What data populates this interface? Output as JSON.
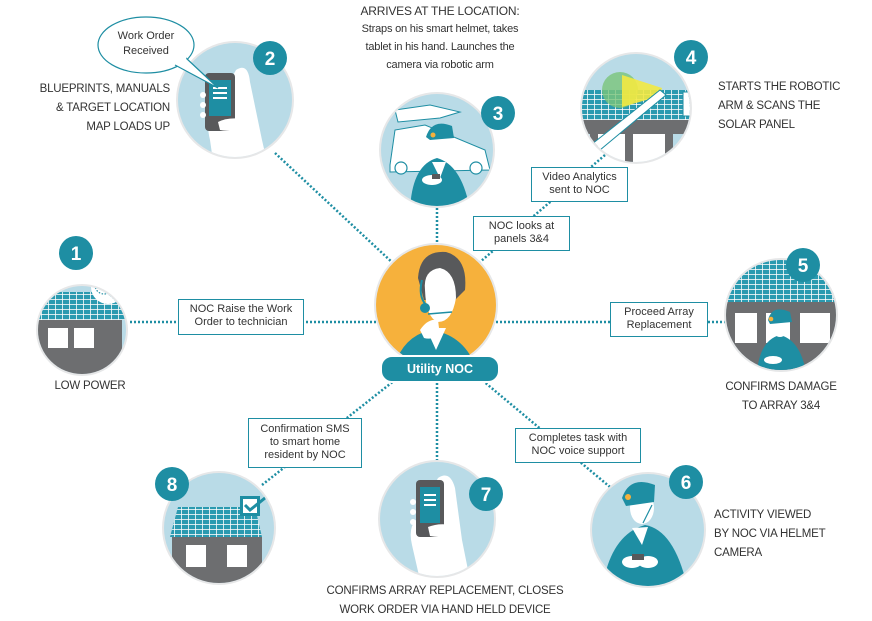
{
  "colors": {
    "teal": "#1e8ea3",
    "light_blue": "#b9dbe7",
    "orange": "#f6b13c",
    "gray": "#6d6e70",
    "connector": "#1e8ea3"
  },
  "center": {
    "label": "Utility NOC",
    "icon": "operator-headset-icon"
  },
  "steps": [
    {
      "number": "1",
      "icon": "house-solar-low-power-icon",
      "caption": [
        "LOW POWER"
      ]
    },
    {
      "number": "2",
      "icon": "hand-phone-icon",
      "caption": [
        "BLUEPRINTS, MANUALS",
        "& TARGET LOCATION",
        "MAP LOADS UP"
      ],
      "bubble": [
        "Work Order",
        "Received"
      ]
    },
    {
      "number": "3",
      "icon": "technician-truck-icon",
      "caption_title": "ARRIVES AT THE LOCATION:",
      "caption": [
        "Straps on his smart helmet, takes",
        "tablet in his hand. Launches the",
        "camera via robotic arm"
      ]
    },
    {
      "number": "4",
      "icon": "robotic-arm-scan-icon",
      "caption": [
        "STARTS THE ROBOTIC",
        "ARM & SCANS THE",
        "SOLAR PANEL"
      ]
    },
    {
      "number": "5",
      "icon": "technician-panel-icon",
      "caption": [
        "CONFIRMS DAMAGE",
        "TO ARRAY 3&4"
      ]
    },
    {
      "number": "6",
      "icon": "technician-helmet-icon",
      "caption": [
        "ACTIVITY VIEWED",
        "BY NOC VIA HELMET",
        "CAMERA"
      ]
    },
    {
      "number": "7",
      "icon": "hand-phone-icon",
      "caption": [
        "CONFIRMS ARRAY REPLACEMENT, CLOSES",
        "WORK ORDER VIA HAND HELD DEVICE"
      ]
    },
    {
      "number": "8",
      "icon": "house-check-icon",
      "caption": []
    }
  ],
  "connector_labels": {
    "step1": [
      "NOC Raise the Work",
      "Order to technician"
    ],
    "step4a": [
      "Video Analytics",
      "sent to NOC"
    ],
    "step4b": [
      "NOC looks at",
      "panels 3&4"
    ],
    "step5": [
      "Proceed Array",
      "Replacement"
    ],
    "step6": [
      "Completes task with",
      "NOC voice support"
    ],
    "step8": [
      "Confirmation SMS",
      "to smart home",
      "resident by NOC"
    ]
  }
}
